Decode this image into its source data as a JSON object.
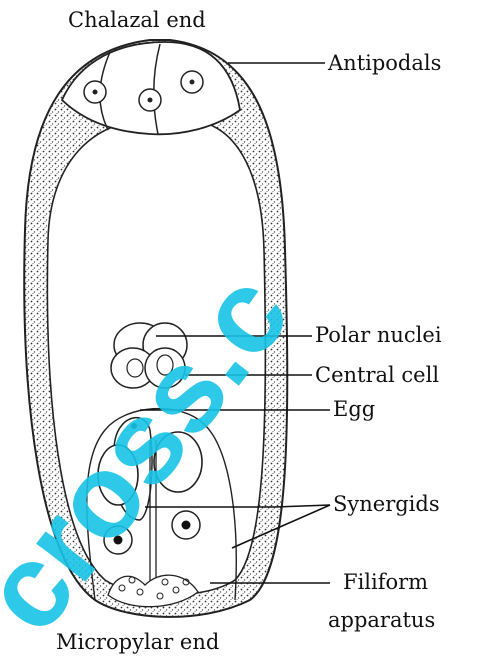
{
  "labels": {
    "chalazal_end": "Chalazal end",
    "antipodals": "Antipodals",
    "polar_nuclei": "Polar nuclei",
    "central_cell": "Central cell",
    "egg": "Egg",
    "synergids": "Synergids",
    "filiform_line1": "Filiform",
    "filiform_line2": "apparatus",
    "micropylar_end": "Micropylar end"
  },
  "watermark": {
    "text": "cross.c",
    "color": "#17c3e6"
  },
  "colors": {
    "ink": "#111111",
    "wall_stipple": "#444444",
    "background": "#ffffff"
  }
}
